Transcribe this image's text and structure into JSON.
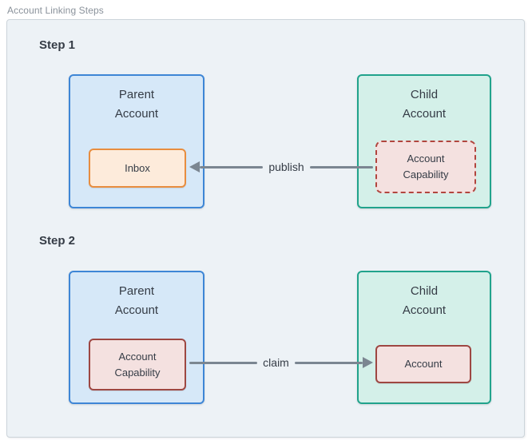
{
  "window": {
    "title": "Account Linking Steps"
  },
  "palette": {
    "page-bg": "#ffffff",
    "panel-bg": "#edf2f6",
    "panel-border": "#ccd4da",
    "text-dark": "#353c46",
    "text-muted": "#8a929b",
    "blue-fill": "#d6e8f8",
    "blue-border": "#3e86d6",
    "teal-fill": "#d4f0e9",
    "teal-border": "#21a38c",
    "orange-fill": "#fdebdb",
    "orange-border": "#e88d3f",
    "red-fill": "#f4e1e0",
    "red-border": "#9e4742",
    "red-dashed-border": "#b1453e",
    "arrow-color": "#7b8691"
  },
  "steps": [
    {
      "label": "Step 1",
      "parent_account": {
        "name": "Parent\nAccount",
        "inner_box": "Inbox"
      },
      "child_account": {
        "name": "Child\nAccount",
        "inner_box": "Account\nCapability"
      },
      "arrow": {
        "label": "publish",
        "direction": "child-to-parent"
      }
    },
    {
      "label": "Step 2",
      "parent_account": {
        "name": "Parent\nAccount",
        "inner_box": "Account\nCapability"
      },
      "child_account": {
        "name": "Child\nAccount",
        "inner_box": "Account"
      },
      "arrow": {
        "label": "claim",
        "direction": "parent-to-child"
      }
    }
  ]
}
